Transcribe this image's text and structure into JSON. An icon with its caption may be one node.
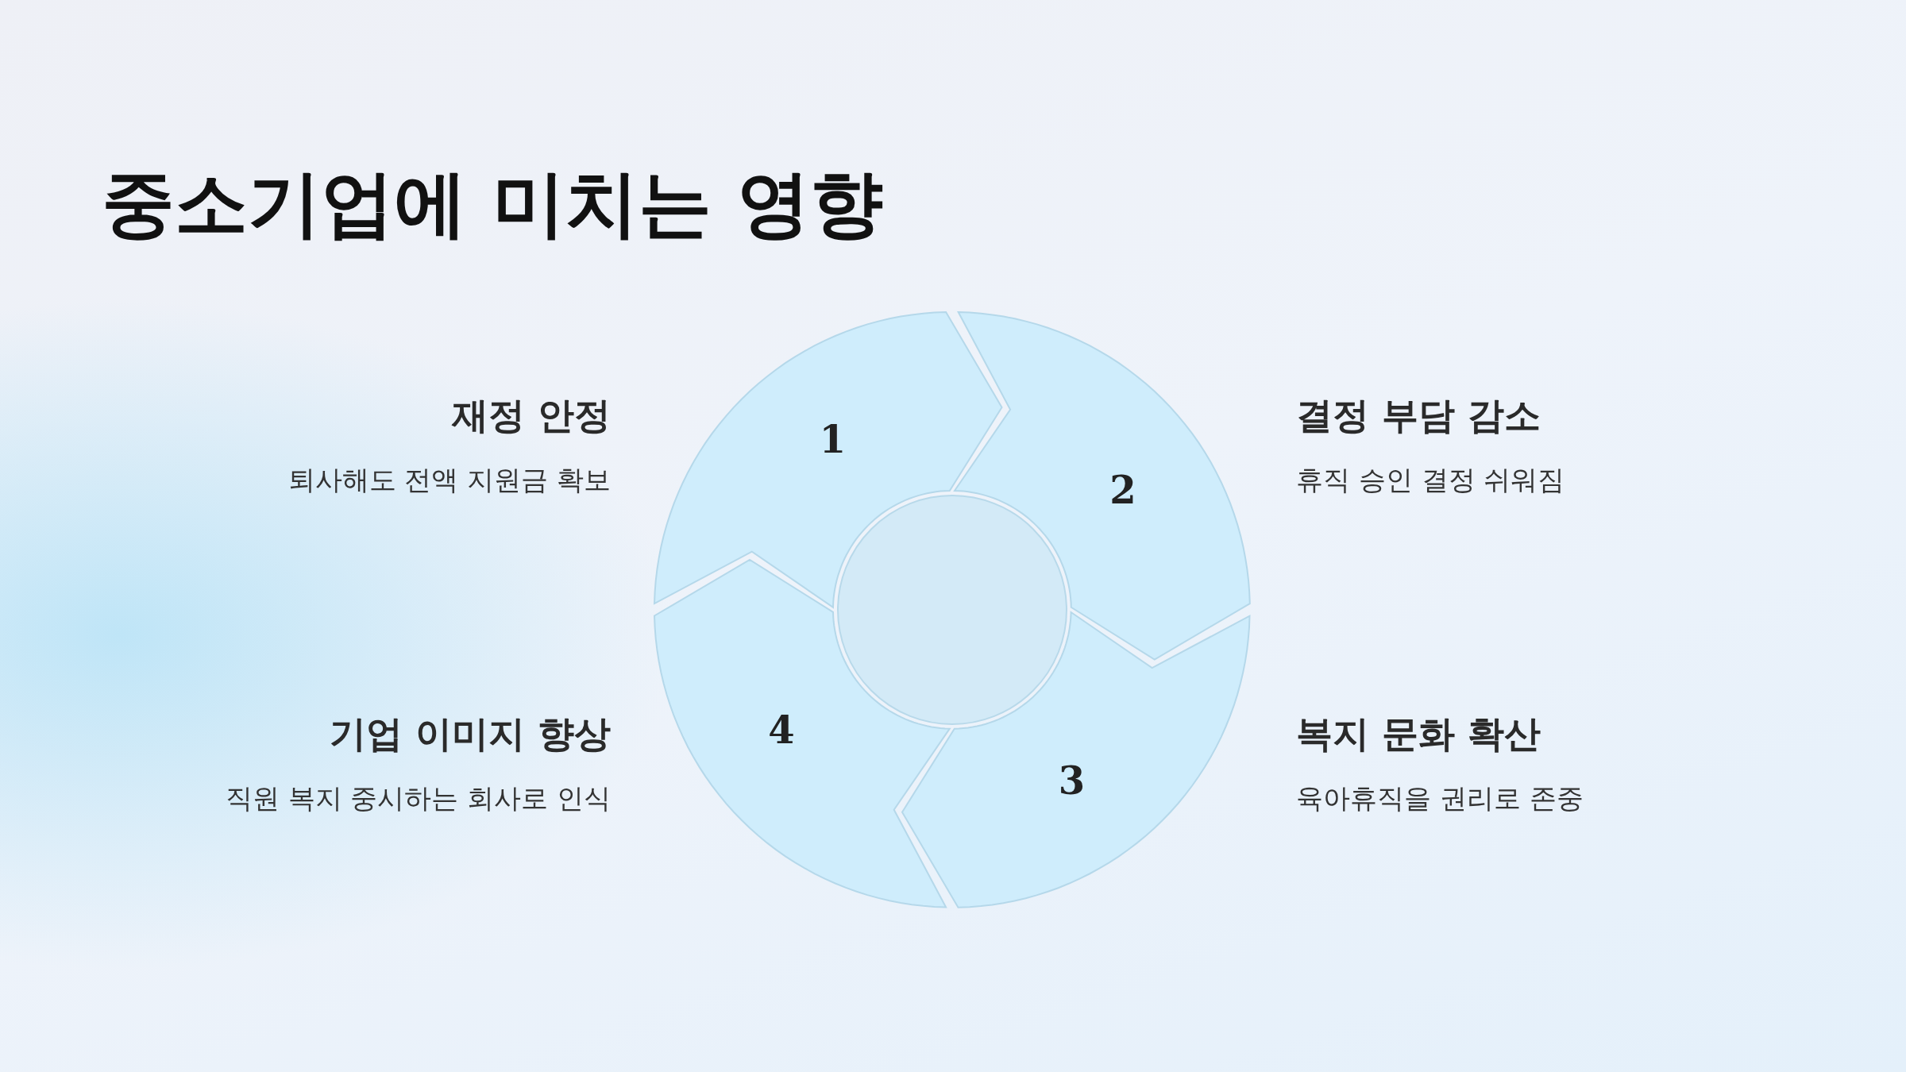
{
  "diagram": {
    "title": "중소기업에 미치는 영향",
    "nodes": [
      {
        "text": [
          "1"
        ],
        "beside": [
          "재정 안정",
          "퇴사해도 전액 지원금 확보"
        ]
      },
      {
        "text": [
          "2"
        ],
        "beside": [
          "결정 부담 감소",
          "휴직 승인 결정 쉬워짐"
        ]
      },
      {
        "text": [
          "3"
        ],
        "beside": [
          "복지 문화 확산",
          "육아휴직을 권리로 존중"
        ]
      },
      {
        "text": [
          "4"
        ],
        "beside": [
          "기업 이미지 향상",
          "직원 복지 중시하는 회사로 인식"
        ]
      },
      {
        "text": [],
        "shape": "circle"
      }
    ]
  }
}
